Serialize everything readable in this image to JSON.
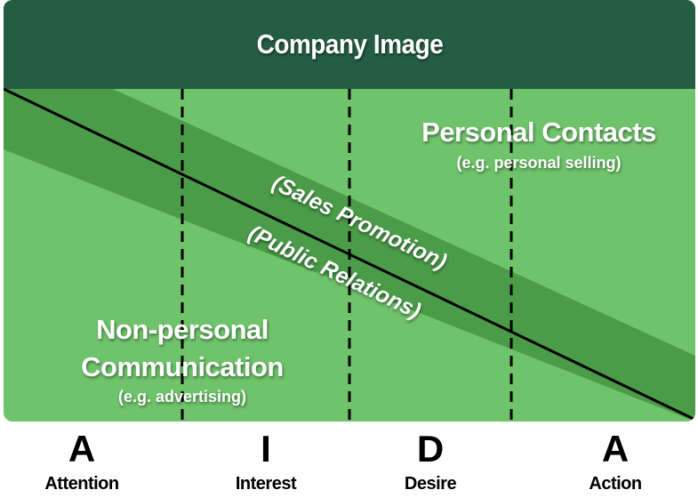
{
  "header": {
    "title": "Company Image"
  },
  "regions": {
    "personal": {
      "title": "Personal Contacts",
      "example": "(e.g. personal selling)"
    },
    "nonpersonal": {
      "title_line1": "Non-personal",
      "title_line2": "Communication",
      "example": "(e.g. advertising)"
    },
    "band": {
      "upper": "(Sales Promotion)",
      "lower": "(Public Relations)"
    }
  },
  "stages": [
    {
      "letter": "A",
      "name": "Attention"
    },
    {
      "letter": "I",
      "name": "Interest"
    },
    {
      "letter": "D",
      "name": "Desire"
    },
    {
      "letter": "A",
      "name": "Action"
    }
  ],
  "colors": {
    "header": "#245c44",
    "light_green": "#6fc46b",
    "band_green": "#4a9c48",
    "text": "#ffffff",
    "divider": "#000000"
  }
}
